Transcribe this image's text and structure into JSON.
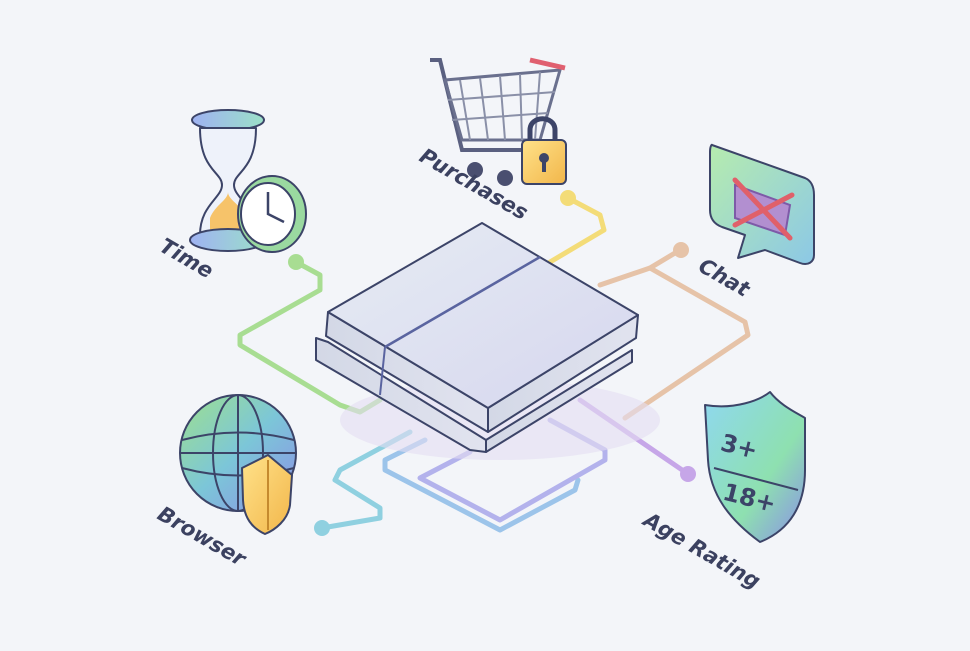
{
  "labels": {
    "time": "Time",
    "purchases": "Purchases",
    "chat": "Chat",
    "browser": "Browser",
    "age_rating": "Age Rating"
  },
  "age_badge": {
    "low": "3+",
    "high": "18+"
  },
  "colors": {
    "background": "#f3f5f9",
    "green": "#9fdc8e",
    "yellow": "#f5df7a",
    "tan": "#e6c3a8",
    "purple": "#c6a6e8",
    "teal": "#8fd0e0",
    "blue": "#a9b6ee",
    "text": "#3b4160"
  }
}
